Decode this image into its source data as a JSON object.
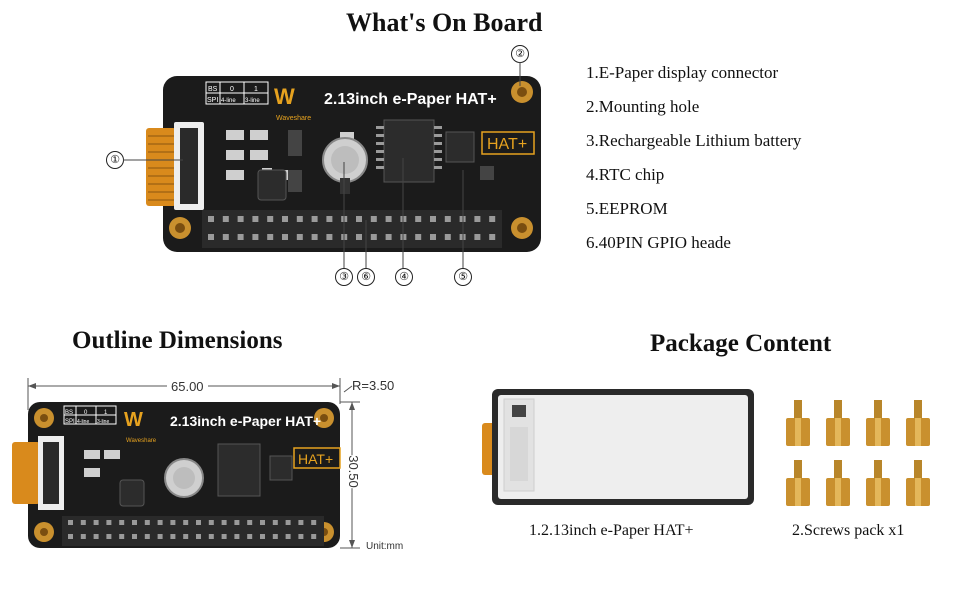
{
  "headings": {
    "on_board": "What's On Board",
    "outline": "Outline Dimensions",
    "package": "Package Content"
  },
  "board": {
    "title": "2.13inch e-Paper HAT+",
    "hat_badge": "HAT+",
    "brand": "Waveshare",
    "spi_table": {
      "bs_label": "BS",
      "bs_values": [
        "0",
        "1"
      ],
      "spi_label": "SPI",
      "spi_values": [
        "4-line",
        "3-line"
      ]
    }
  },
  "callouts": [
    "①",
    "②",
    "③",
    "④",
    "⑤",
    "⑥"
  ],
  "features": [
    "1.E-Paper display connector",
    "2.Mounting hole",
    "3.Rechargeable Lithium battery",
    "4.RTC chip",
    "5.EEPROM",
    "6.40PIN GPIO heade"
  ],
  "dimensions": {
    "width": "65.00",
    "height": "30.50",
    "radius": "R=3.50",
    "unit": "Unit:mm"
  },
  "package": {
    "item1": "1.2.13inch e-Paper HAT+",
    "item2": "2.Screws pack x1",
    "screw_count": 8
  },
  "colors": {
    "pcb": "#1b1b1b",
    "gold": "#c9902e",
    "flex": "#d98a1c",
    "pin": "#9a9a9a"
  }
}
